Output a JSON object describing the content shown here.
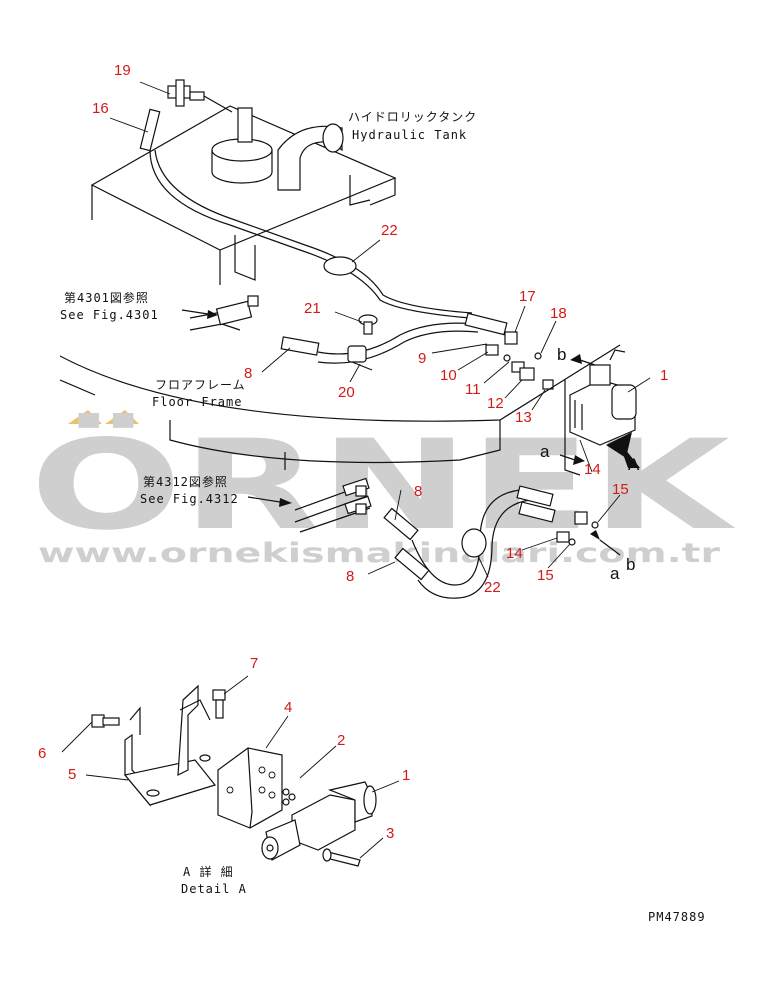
{
  "watermark": {
    "brand": "ÖRNEK",
    "url": "www.ornekismakinalari.com.tr"
  },
  "labels": {
    "tank_jp": "ハイドロリックタンク",
    "tank_en": "Hydraulic Tank",
    "ref4301_jp": "第4301図参照",
    "ref4301_en": "See Fig.4301",
    "floor_jp": "フロアフレーム",
    "floor_en": "Floor Frame",
    "ref4312_jp": "第4312図参照",
    "ref4312_en": "See Fig.4312",
    "detail_jp": "A 詳 細",
    "detail_en": "Detail A",
    "drawing_no": "PM47889"
  },
  "view_letters": {
    "A": "A",
    "a1": "a",
    "b1": "b",
    "a2": "a",
    "b2": "b"
  },
  "part_numbers": {
    "p19": "19",
    "p16": "16",
    "p22a": "22",
    "p21": "21",
    "p8a": "8",
    "p20": "20",
    "p17": "17",
    "p18": "18",
    "p9": "9",
    "p10": "10",
    "p11": "11",
    "p12": "12",
    "p13": "13",
    "p1a": "1",
    "p14a": "14",
    "p15a": "15",
    "p8b": "8",
    "p8c": "8",
    "p14b": "14",
    "p15b": "15",
    "p22b": "22",
    "p7": "7",
    "p4": "4",
    "p6": "6",
    "p5": "5",
    "p2": "2",
    "p1b": "1",
    "p3": "3"
  },
  "colors": {
    "part_number": "#d31a1a",
    "line": "#111111",
    "watermark": "#cfcfcf",
    "watermark_accent": "#e9c26a"
  }
}
